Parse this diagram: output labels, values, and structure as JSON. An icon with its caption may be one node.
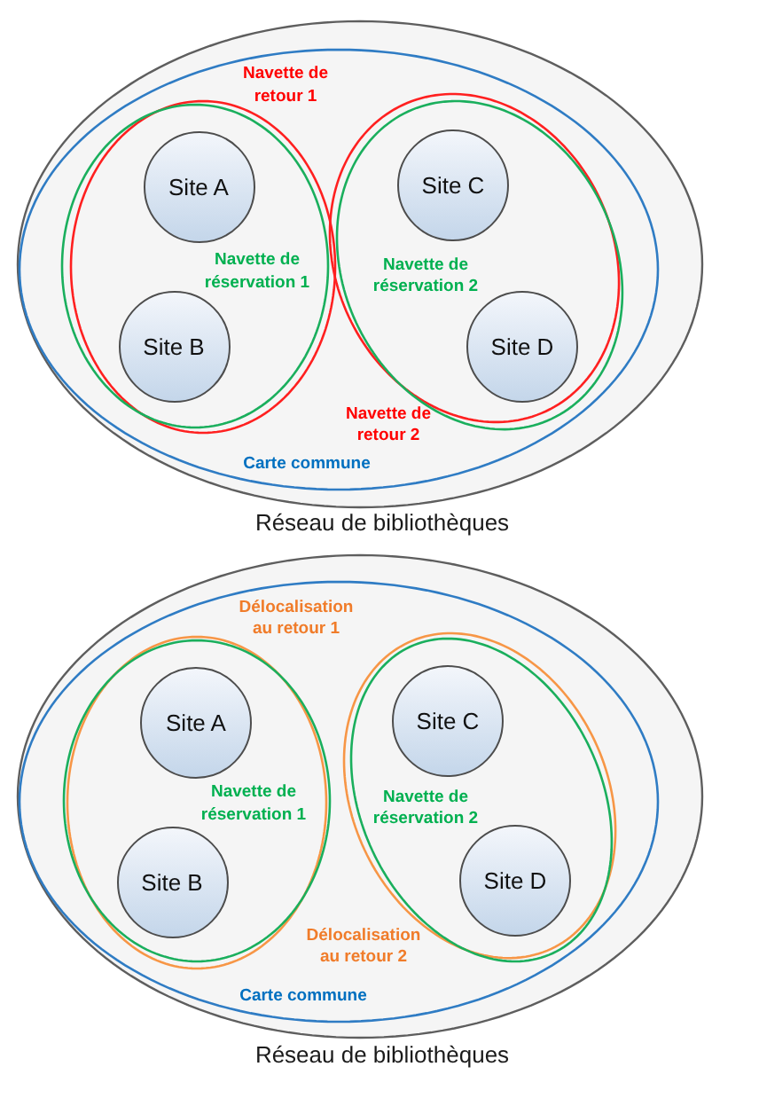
{
  "diagram": {
    "nodes": [
      {
        "text": [
          "Réseau de bibliothèques"
        ]
      },
      {
        "text": [
          "Carte commune"
        ],
        "in": 0
      },
      {
        "text": [
          "Navette de retour 1"
        ],
        "in": 1
      },
      {
        "text": [
          "Navette de réservation 1"
        ],
        "in": 1
      },
      {
        "text": [
          "Site A"
        ],
        "in": 3
      },
      {
        "text": [
          "Site B"
        ],
        "in": 3
      },
      {
        "text": [
          "Navette de retour 2"
        ],
        "in": 1
      },
      {
        "text": [
          "Navette de réservation 2"
        ],
        "in": 1
      },
      {
        "text": [
          "Site C"
        ],
        "in": 7
      },
      {
        "text": [
          "Site D"
        ],
        "in": 7
      },
      {
        "text": [
          "Réseau de bibliothèques"
        ]
      },
      {
        "text": [
          "Carte commune"
        ],
        "in": 10
      },
      {
        "text": [
          "Délocalisation au retour 1"
        ],
        "in": 11
      },
      {
        "text": [
          "Navette de réservation 1"
        ],
        "in": 11
      },
      {
        "text": [
          "Site A"
        ],
        "in": 13
      },
      {
        "text": [
          "Site B"
        ],
        "in": 13
      },
      {
        "text": [
          "Délocalisation au retour 2"
        ],
        "in": 11
      },
      {
        "text": [
          "Navette de réservation 2"
        ],
        "in": 11
      },
      {
        "text": [
          "Site C"
        ],
        "in": 17
      },
      {
        "text": [
          "Site D"
        ],
        "in": 17
      }
    ]
  }
}
